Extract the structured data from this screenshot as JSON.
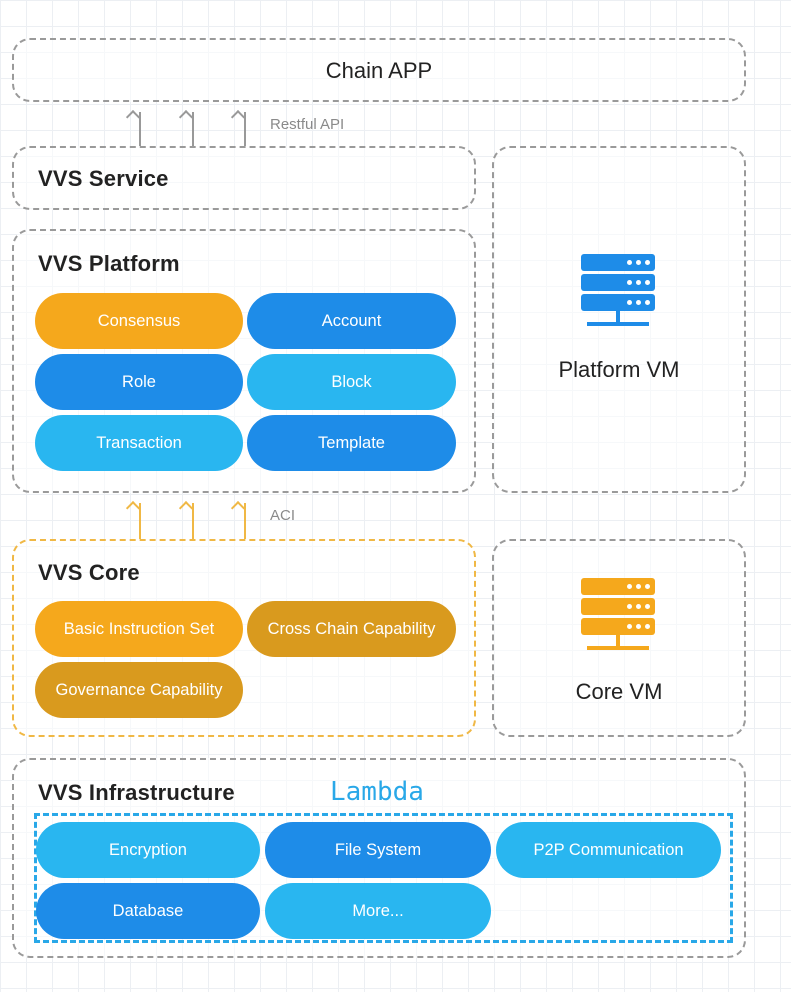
{
  "colors": {
    "orange": "#f5a81c",
    "dark_orange": "#d99a1e",
    "blue": "#1e8ce8",
    "light_blue": "#29b6f0",
    "mid_blue": "#27a8ee",
    "gray_dash": "#9a9a9a",
    "orange_dash": "#f0b845",
    "lambda_blue": "#29a8e8"
  },
  "chain_app": {
    "title": "Chain APP"
  },
  "restful_api": {
    "label": "Restful API"
  },
  "vvs_service": {
    "title": "VVS Service"
  },
  "vvs_platform": {
    "title": "VVS Platform",
    "modules": [
      {
        "label": "Consensus",
        "color": "orange"
      },
      {
        "label": "Account",
        "color": "blue"
      },
      {
        "label": "Role",
        "color": "blue"
      },
      {
        "label": "Block",
        "color": "light_blue"
      },
      {
        "label": "Transaction",
        "color": "light_blue"
      },
      {
        "label": "Template",
        "color": "blue"
      }
    ]
  },
  "platform_vm": {
    "label": "Platform VM",
    "icon": "server-icon",
    "icon_color": "#1e8ce8"
  },
  "aci": {
    "label": "ACI"
  },
  "vvs_core": {
    "title": "VVS Core",
    "modules": [
      {
        "label": "Basic Instruction Set",
        "color": "orange"
      },
      {
        "label": "Cross Chain Capability",
        "color": "dark_orange"
      },
      {
        "label": "Governance Capability",
        "color": "dark_orange"
      }
    ]
  },
  "core_vm": {
    "label": "Core VM",
    "icon": "server-icon",
    "icon_color": "#f5a81c"
  },
  "vvs_infrastructure": {
    "title": "VVS Infrastructure",
    "lambda_label": "Lambda",
    "modules": [
      {
        "label": "Encryption",
        "color": "light_blue"
      },
      {
        "label": "File System",
        "color": "blue"
      },
      {
        "label": "P2P Communication",
        "color": "light_blue"
      },
      {
        "label": "Database",
        "color": "blue"
      },
      {
        "label": "More...",
        "color": "light_blue"
      }
    ]
  }
}
